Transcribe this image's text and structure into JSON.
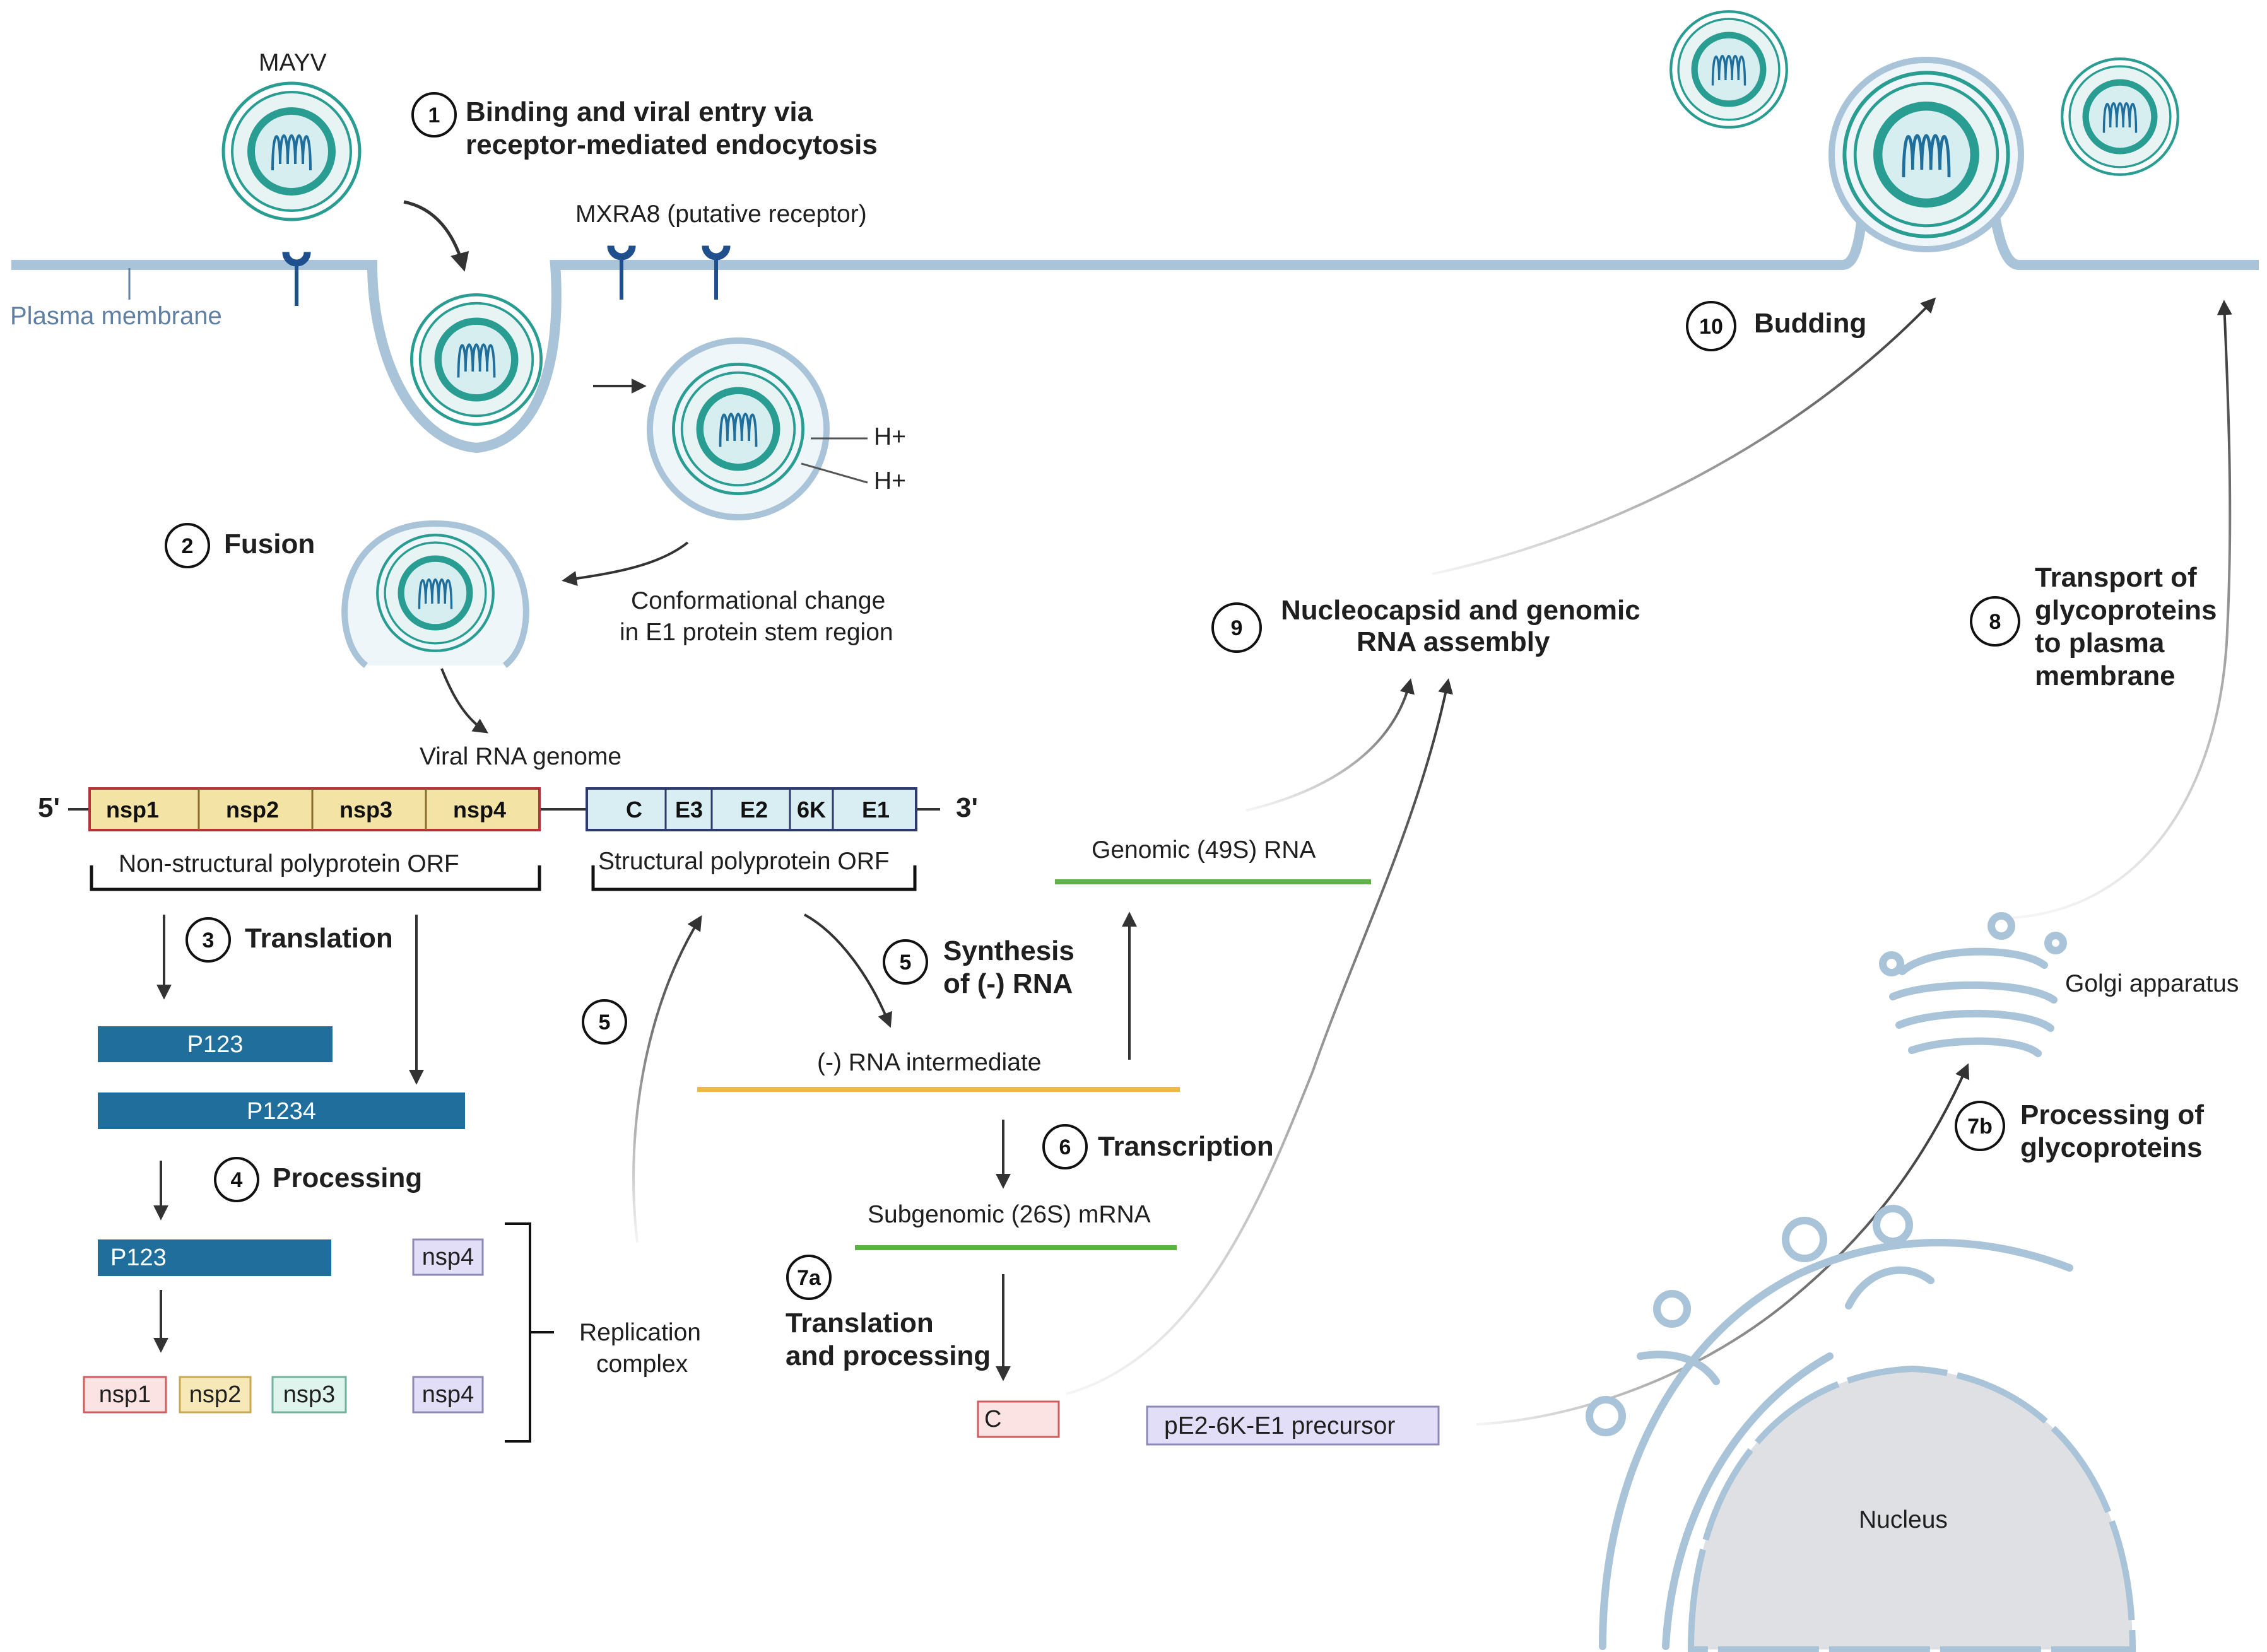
{
  "steps": {
    "s1": {
      "num": "1",
      "line1": "Binding and viral entry via",
      "line2": "receptor-mediated endocytosis"
    },
    "s2": {
      "num": "2",
      "label": "Fusion"
    },
    "s3": {
      "num": "3",
      "label": "Translation"
    },
    "s4": {
      "num": "4",
      "label": "Processing"
    },
    "s5a": {
      "num": "5",
      "line1": "Synthesis",
      "line2": "of (-) RNA"
    },
    "s5b": {
      "num": "5"
    },
    "s6": {
      "num": "6",
      "label": "Transcription"
    },
    "s7a": {
      "num": "7a",
      "line1": "Translation",
      "line2": "and processing"
    },
    "s7b": {
      "num": "7b",
      "line1": "Processing of",
      "line2": "glycoproteins"
    },
    "s8": {
      "num": "8",
      "line1": "Transport of",
      "line2": "glycoproteins",
      "line3": "to plasma",
      "line4": "membrane"
    },
    "s9": {
      "num": "9",
      "line1": "Nucleocapsid and genomic",
      "line2": "RNA assembly"
    },
    "s10": {
      "num": "10",
      "label": "Budding"
    }
  },
  "labels": {
    "mayv": "MAYV",
    "plasma_membrane": "Plasma membrane",
    "receptor": "MXRA8 (putative receptor)",
    "h1": "H+",
    "h2": "H+",
    "conf1": "Conformational change",
    "conf2": "in E1 protein stem region",
    "genome": "Viral RNA genome",
    "five_prime": "5'",
    "three_prime": "3'",
    "ns_orf": "Non-structural polyprotein ORF",
    "s_orf": "Structural polyprotein ORF",
    "minus_rna": "(-) RNA intermediate",
    "genomic_rna": "Genomic (49S) RNA",
    "subgenomic": "Subgenomic (26S) mRNA",
    "rep1": "Replication",
    "rep2": "complex",
    "golgi": "Golgi apparatus",
    "nucleus": "Nucleus",
    "precursor": "pE2-6K-E1 precursor"
  },
  "genes": {
    "nsp1": "nsp1",
    "nsp2": "nsp2",
    "nsp3": "nsp3",
    "nsp4": "nsp4",
    "c": "C",
    "e3": "E3",
    "e2": "E2",
    "k6": "6K",
    "e1": "E1"
  },
  "proteins": {
    "p123_a": "P123",
    "p1234": "P1234",
    "p123_b": "P123",
    "nsp4_a": "nsp4",
    "nsp1": "nsp1",
    "nsp2": "nsp2",
    "nsp3": "nsp3",
    "nsp4_b": "nsp4",
    "c": "C"
  },
  "colors": {
    "membrane": "#a9c3d8",
    "virus_teal": "#2a9d93",
    "polyprotein_blue": "#1f6e9c",
    "ns_gene": "#f3e3a4",
    "s_gene": "#d9eef3",
    "orange_rna": "#f2b548",
    "green_rna": "#5cb345"
  }
}
